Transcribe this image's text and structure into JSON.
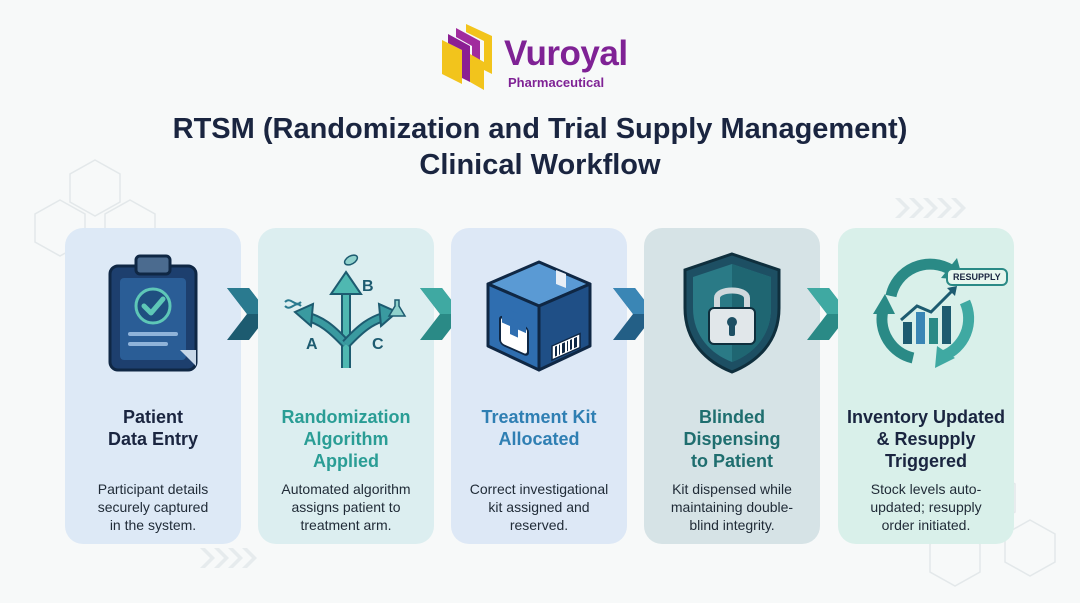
{
  "brand": {
    "name": "Vuroyal",
    "subtitle": "Pharmaceutical"
  },
  "title": {
    "line1": "RTSM (Randomization and Trial Supply Management)",
    "line2": "Clinical Workflow"
  },
  "steps": [
    {
      "heading": [
        "Patient",
        "Data Entry"
      ],
      "description": [
        "Participant details",
        "securely captured",
        "in the system."
      ],
      "icon": "clipboard-check-icon",
      "heading_color": "#1a2540",
      "card_color": "#dde9f6"
    },
    {
      "heading": [
        "Randomization",
        "Algorithm",
        "Applied"
      ],
      "description": [
        "Automated algorithm",
        "assigns patient to",
        "treatment arm."
      ],
      "icon": "branching-arrows-icon",
      "icon_labels": [
        "A",
        "B",
        "C"
      ],
      "heading_color": "#2a9d95",
      "card_color": "#dceef0"
    },
    {
      "heading": [
        "Treatment Kit",
        "Allocated"
      ],
      "description": [
        "Correct investigational",
        "kit assigned and",
        "reserved."
      ],
      "icon": "medical-kit-box-icon",
      "heading_color": "#2f7fb3",
      "card_color": "#dde8f6"
    },
    {
      "heading": [
        "Blinded",
        "Dispensing",
        "to Patient"
      ],
      "description": [
        "Kit dispensed while",
        "maintaining double-",
        "blind integrity."
      ],
      "icon": "shield-lock-icon",
      "heading_color": "#1f6e6f",
      "card_color": "#d6e3e6"
    },
    {
      "heading": [
        "Inventory Updated",
        "& Resupply",
        "Triggered"
      ],
      "description": [
        "Stock levels auto-",
        "updated; resupply",
        "order initiated."
      ],
      "icon": "resupply-cycle-icon",
      "icon_badge": "RESUPPLY",
      "heading_color": "#1a2540",
      "card_color": "#d9f0ea"
    }
  ],
  "colors": {
    "brand_purple": "#7f2295",
    "brand_yellow": "#f2c41c",
    "arrow_dark": "#1d5b70",
    "arrow_light": "#3fa9a2"
  }
}
